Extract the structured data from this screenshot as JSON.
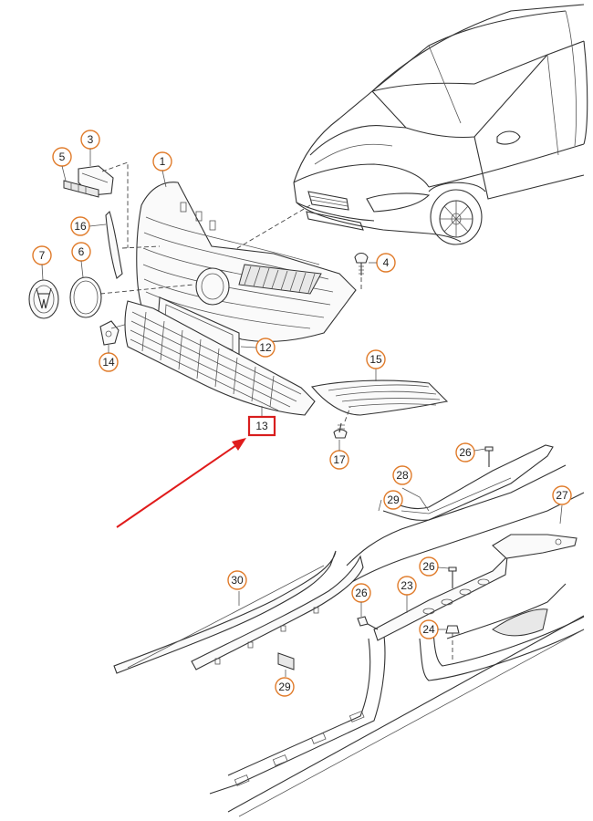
{
  "callouts": {
    "c1": "1",
    "c3": "3",
    "c4": "4",
    "c5": "5",
    "c6": "6",
    "c7": "7",
    "c12": "12",
    "c13": "13",
    "c14": "14",
    "c15": "15",
    "c16": "16",
    "c17": "17",
    "c23": "23",
    "c24": "24",
    "c26a": "26",
    "c26b": "26",
    "c26c": "26",
    "c27": "27",
    "c28": "28",
    "c29a": "29",
    "c29b": "29",
    "c30": "30"
  },
  "highlight": {
    "callout": "13",
    "color": "#d81e1e"
  },
  "colors": {
    "callout_ring": "#e07b2a",
    "arrow": "#e01b1b",
    "line": "#333333"
  }
}
